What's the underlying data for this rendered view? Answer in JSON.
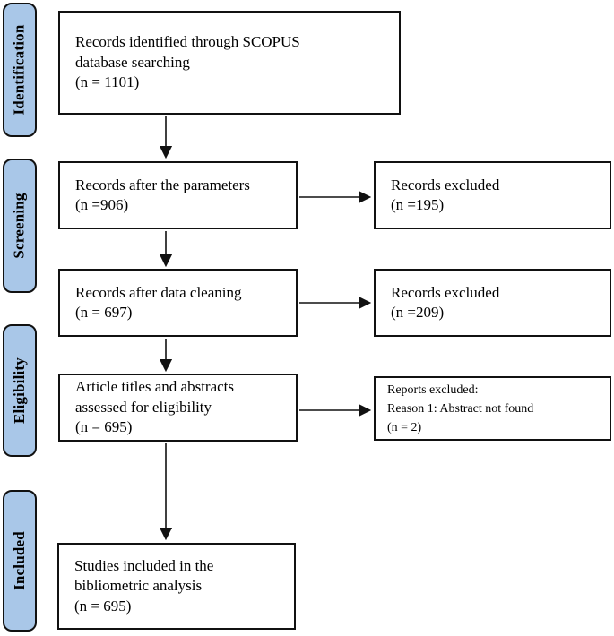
{
  "diagram": {
    "type": "prisma-flow",
    "stages": [
      {
        "id": "identification",
        "label": "Identification"
      },
      {
        "id": "screening",
        "label": "Screening"
      },
      {
        "id": "eligibility",
        "label": "Eligibility"
      },
      {
        "id": "included",
        "label": "Included"
      }
    ],
    "boxes": {
      "identified": {
        "text": "Records identified through SCOPUS\ndatabase searching\n(n = 1101)",
        "count": 1101
      },
      "after_parameters": {
        "text": "Records after the parameters\n(n =906)",
        "count": 906
      },
      "excluded_parameters": {
        "text": "Records excluded\n(n =195)",
        "count": 195
      },
      "after_cleaning": {
        "text": "Records after data cleaning\n(n = 697)",
        "count": 697
      },
      "excluded_cleaning": {
        "text": "Records excluded\n(n =209)",
        "count": 209
      },
      "assessed": {
        "text": "Article titles and abstracts\nassessed for eligibility\n(n = 695)",
        "count": 695
      },
      "reports_excluded": {
        "text": "Reports excluded:\nReason 1: Abstract not found\n(n = 2)",
        "count": 2
      },
      "included_studies": {
        "text": "Studies included in the\nbibliometric analysis\n(n = 695)",
        "count": 695
      }
    },
    "colors": {
      "stage_fill": "#a9c7e8",
      "border": "#111111",
      "background": "#ffffff"
    }
  }
}
